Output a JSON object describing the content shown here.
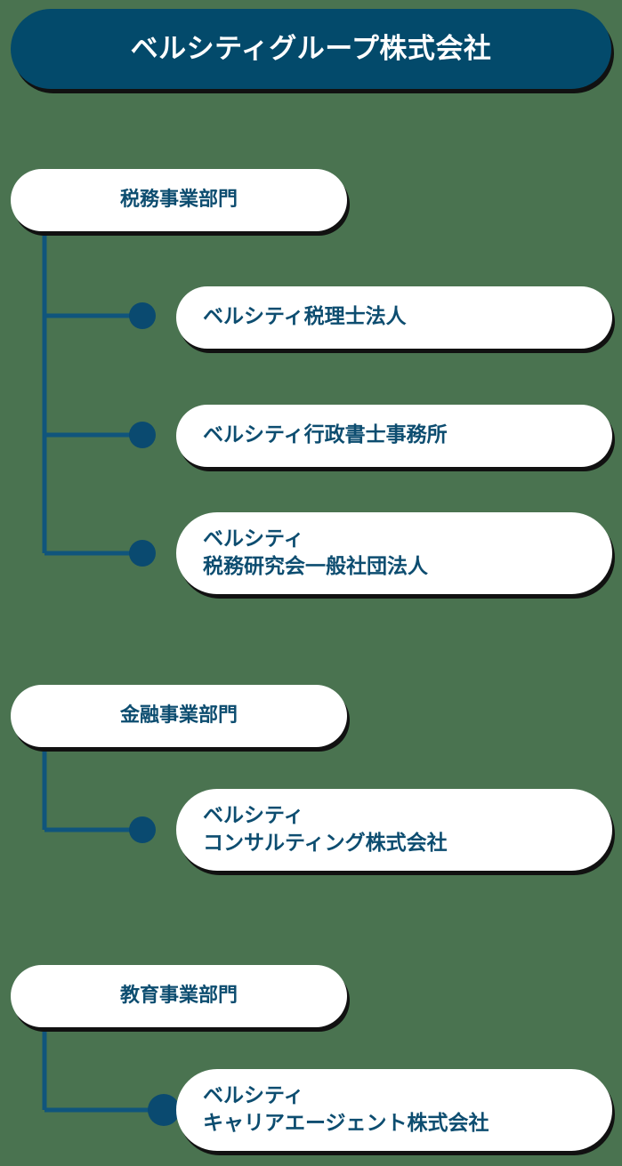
{
  "theme": {
    "background_color": "#4a7350",
    "accent_color": "#034a6b",
    "node_text_color": "#0d4d70",
    "root_text_color": "#ffffff",
    "node_fill_color": "#ffffff",
    "shadow_color": "#111111",
    "connector_color": "#10557c"
  },
  "chart_data": {
    "type": "diagram",
    "title": "ベルシティグループ株式会社",
    "root": {
      "label": "ベルシティグループ株式会社"
    },
    "divisions": [
      {
        "label": "税務事業部門",
        "children": [
          {
            "label": "ベルシティ税理士法人",
            "lines": 1
          },
          {
            "label": "ベルシティ行政書士事務所",
            "lines": 1
          },
          {
            "label": "ベルシティ\n税務研究会一般社団法人",
            "lines": 2
          }
        ]
      },
      {
        "label": "金融事業部門",
        "children": [
          {
            "label": "ベルシティ\nコンサルティング株式会社",
            "lines": 2
          }
        ]
      },
      {
        "label": "教育事業部門",
        "children": [
          {
            "label": "ベルシティ\nキャリアエージェント株式会社",
            "lines": 2
          }
        ]
      }
    ]
  }
}
